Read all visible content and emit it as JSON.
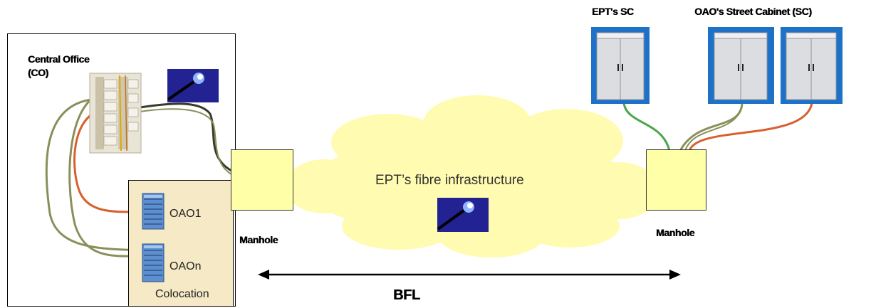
{
  "co": {
    "title": "Central Office",
    "subtitle": "(CO)"
  },
  "colocation": {
    "label": "Colocation",
    "oao1": "OAO1",
    "oaon": "OAOn"
  },
  "manhole": {
    "left_label": "Manhole",
    "right_label": "Manhole"
  },
  "cloud": {
    "label": "EPT’s fibre infrastructure"
  },
  "bfl": {
    "label": "BFL"
  },
  "cabinets": {
    "ept_label": "EPT's SC",
    "oao_label": "OAO's Street Cabinet (SC)"
  },
  "colors": {
    "cloud_fill": "#fffbb0",
    "manhole_fill": "#ffffa8",
    "colocation_fill": "#f6e9c6",
    "cable_olive": "#8a8f5a",
    "cable_orange": "#d8602e",
    "cable_green": "#4aa64a",
    "cable_dark": "#3a3a2a",
    "cabinet_bg": "#1d72c8"
  }
}
